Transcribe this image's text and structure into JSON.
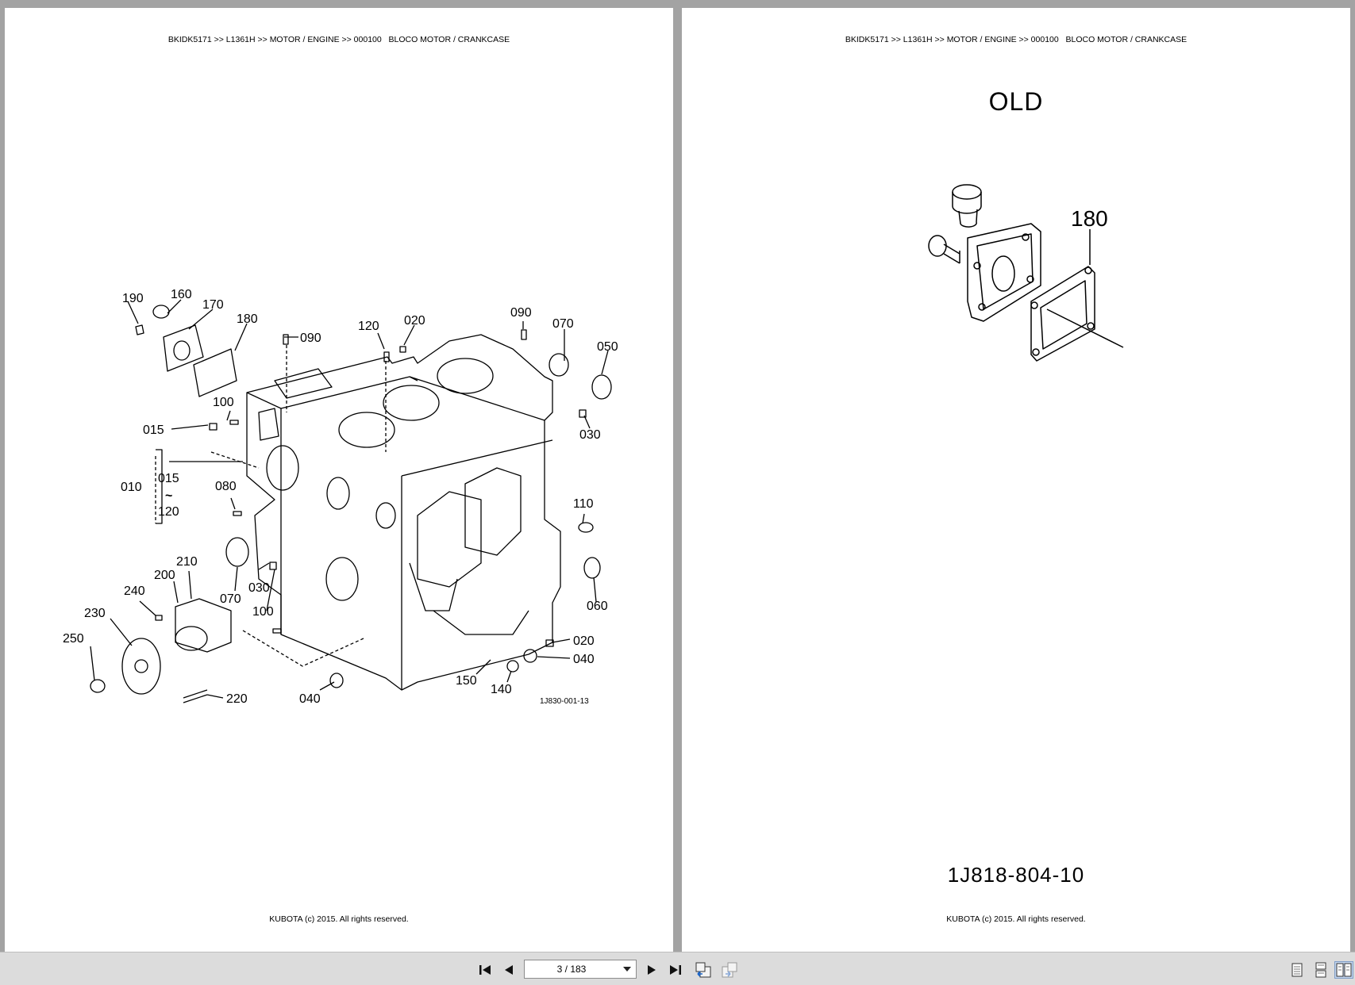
{
  "left_page": {
    "header": "BKIDK5171 >> L1361H >> MOTOR / ENGINE >> 000100   BLOCO MOTOR / CRANKCASE",
    "footer": "KUBOTA (c) 2015. All rights reserved.",
    "drawing_code": "1J830-001-13",
    "callouts": {
      "c190": "190",
      "c160": "160",
      "c170": "170",
      "c180": "180",
      "c090a": "090",
      "c120": "120",
      "c020a": "020",
      "c090b": "090",
      "c070a": "070",
      "c050": "050",
      "c100a": "100",
      "c015a": "015",
      "c030a": "030",
      "c010": "010",
      "c015b": "015",
      "c120b": "120",
      "c080": "080",
      "c110": "110",
      "c210": "210",
      "c200": "200",
      "c240": "240",
      "c030b": "030",
      "c070b": "070",
      "c060": "060",
      "c230": "230",
      "c100b": "100",
      "c250": "250",
      "c020b": "020",
      "c040a": "040",
      "c150": "150",
      "c140": "140",
      "c220": "220",
      "c040b": "040"
    }
  },
  "right_page": {
    "header": "BKIDK5171 >> L1361H >> MOTOR / ENGINE >> 000100   BLOCO MOTOR / CRANKCASE",
    "title": "OLD",
    "callout_180": "180",
    "part_number": "1J818-804-10",
    "footer": "KUBOTA (c) 2015. All rights reserved."
  },
  "toolbar": {
    "page_indicator": "3 / 183",
    "icons": [
      "first-page-icon",
      "previous-page-icon",
      "next-page-icon",
      "last-page-icon",
      "back-view-icon",
      "forward-view-icon",
      "single-page-icon",
      "continuous-page-icon",
      "two-page-icon"
    ]
  }
}
